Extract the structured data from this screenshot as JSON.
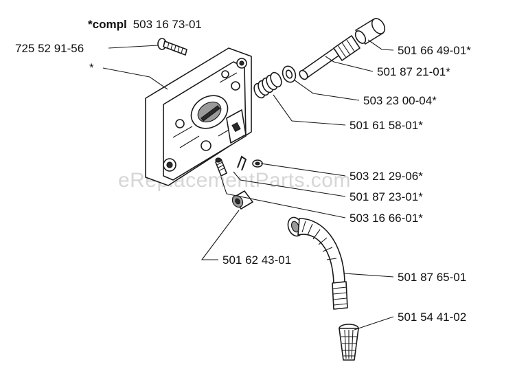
{
  "header": {
    "prefix": "*compl",
    "number": "503 16 73-01"
  },
  "watermark": "eReplacementParts.com",
  "callouts": [
    {
      "id": "asterisk",
      "text": "*"
    },
    {
      "id": "p725529156",
      "text": "725 52 91-56"
    },
    {
      "id": "p501664901",
      "text": "501 66 49-01*"
    },
    {
      "id": "p501872101",
      "text": "501 87 21-01*"
    },
    {
      "id": "p503230004",
      "text": "503 23 00-04*"
    },
    {
      "id": "p501615801",
      "text": "501 61 58-01*"
    },
    {
      "id": "p503212906",
      "text": "503 21 29-06*"
    },
    {
      "id": "p501872301",
      "text": "501 87 23-01*"
    },
    {
      "id": "p503166601",
      "text": "503 16 66-01*"
    },
    {
      "id": "p501624301",
      "text": "501 62 43-01"
    },
    {
      "id": "p501876501",
      "text": "501 87 65-01"
    },
    {
      "id": "p501544102",
      "text": "501 54 41-02"
    }
  ]
}
